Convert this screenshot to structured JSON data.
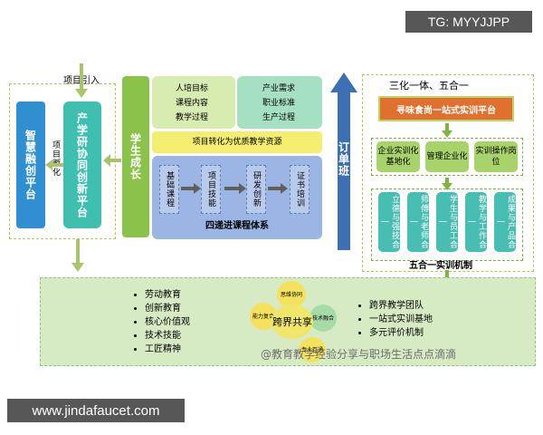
{
  "watermark": {
    "top_right": "TG: MYYJJPP",
    "bottom_left": "www.jindafaucet.com",
    "overlay": "@教育教学经验分享与职场生活点点滴滴"
  },
  "left": {
    "label_top": "项目引入",
    "label_incubate": "项目孵化",
    "zhihui": "智慧融创平台",
    "chanxue": "产学研协同创新平台"
  },
  "center": {
    "student": "学生成长",
    "talent_goals": [
      "人培目标",
      "课程内容",
      "教学过程"
    ],
    "industry": [
      "产业需求",
      "职业标准",
      "生产过程"
    ],
    "convert": "项目转化为优质教学资源",
    "stages": [
      "基础课程",
      "项目技能",
      "研发创新",
      "证书培训"
    ],
    "system": "四递进课程体系"
  },
  "order_class": "订单班",
  "right": {
    "title": "三化一体、五合一",
    "platform": "寻味食尚一站式实训平台",
    "boxes": [
      "企业实训化基地化",
      "管理企业化",
      "实训操作岗位"
    ],
    "five": [
      "立德与强技合一",
      "师傅与老师合一",
      "学生与员工合一",
      "教学与工作合一",
      "成果与产品合一"
    ],
    "mechanism": "五合一实训机制"
  },
  "bottom": {
    "left_list": [
      "劳动教育",
      "创新教育",
      "核心价值观",
      "技术技能",
      "工匠精神"
    ],
    "center": "跨界共享",
    "petals": [
      "思维协同",
      "技术融合",
      "专业互通",
      "能力复合"
    ],
    "right_list": [
      "跨界教学团队",
      "一站式实训基地",
      "多元评价机制"
    ]
  }
}
